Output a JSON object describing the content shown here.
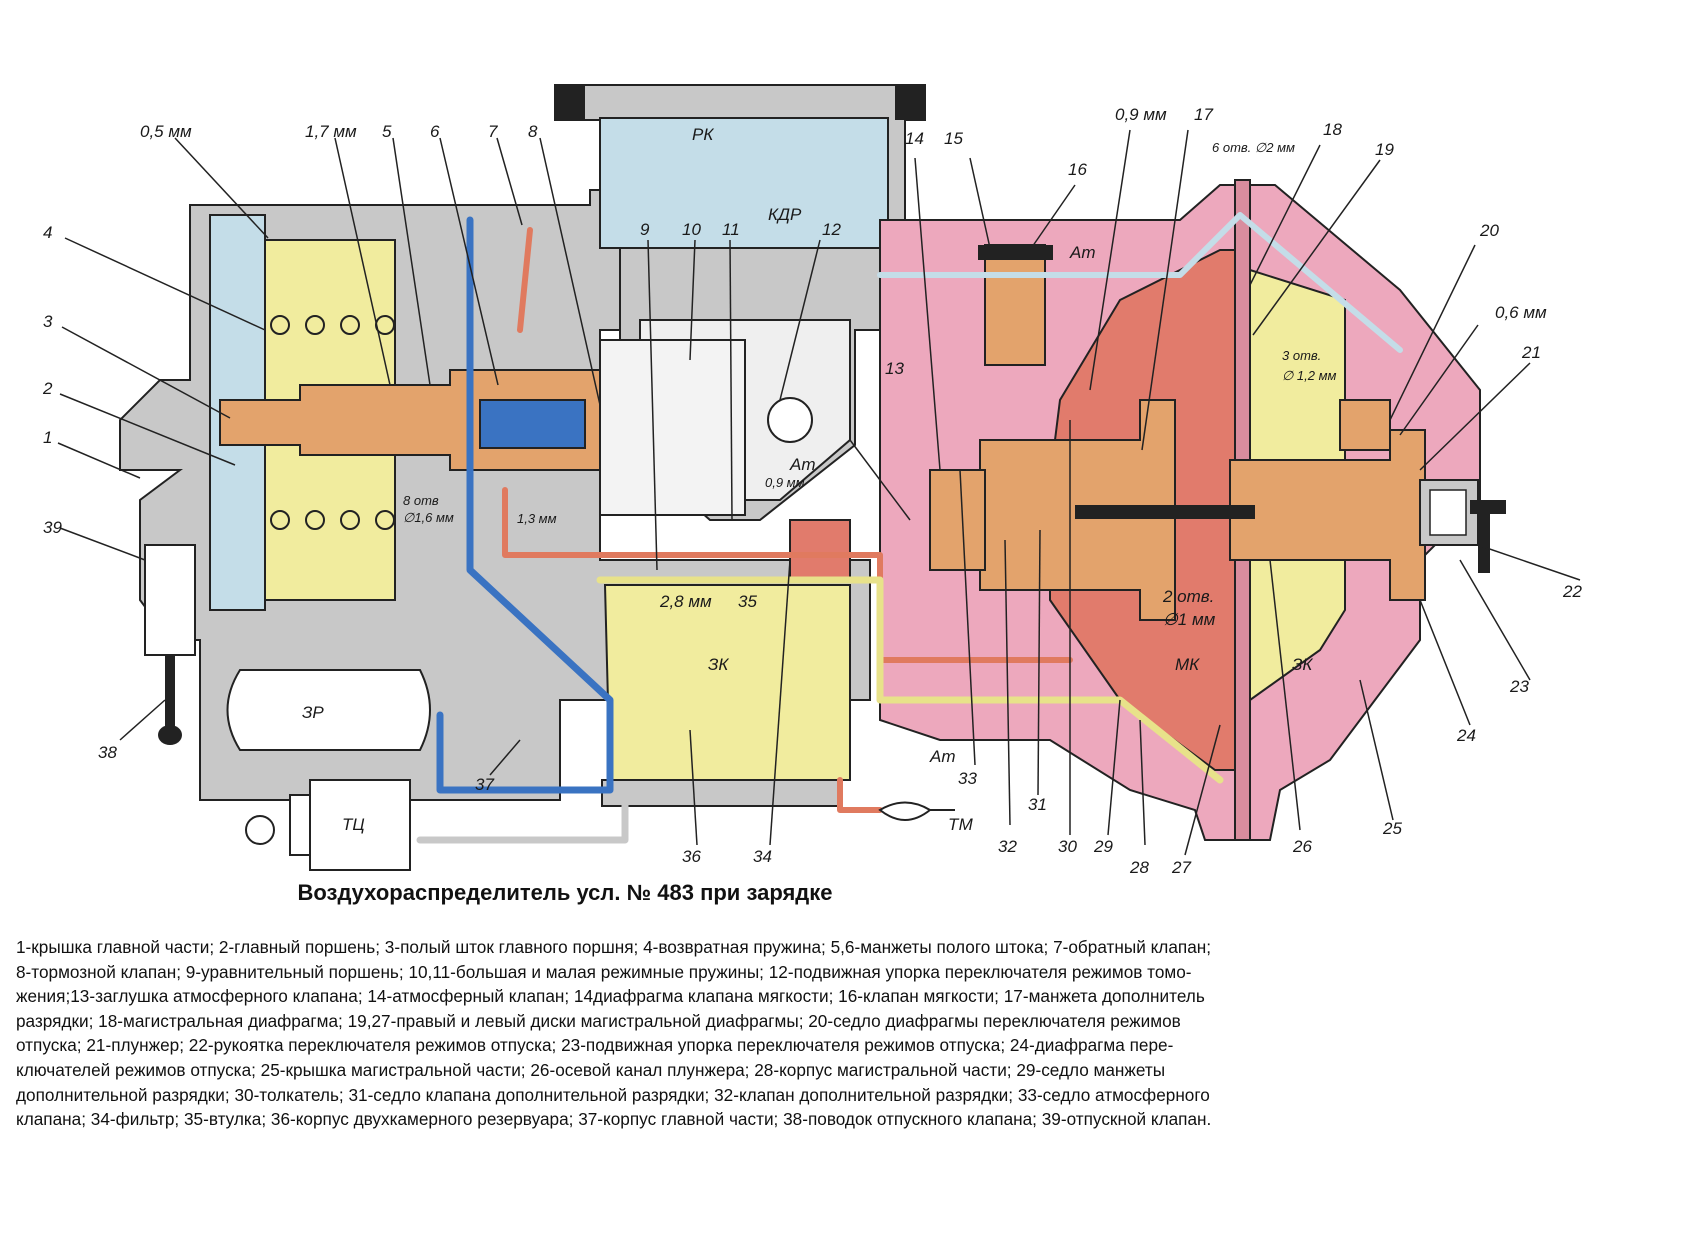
{
  "title": "Воздухораспределитель усл. № 483 при зарядке",
  "colors": {
    "main_body": "#c8c8c8",
    "chamber_yellow": "#f1ec9e",
    "chamber_blue": "#c4dde8",
    "magistral_pink": "#eda8bd",
    "diaphragm_red": "#e17b6c",
    "parts_orange": "#e3a36c",
    "pipe_blue": "#3a73c2",
    "pipe_red": "#e07a5f"
  },
  "chamber_labels": {
    "rk": "РК",
    "kdr": "КДР",
    "zk_left": "ЗК",
    "zr": "ЗР",
    "tc": "ТЦ",
    "tm": "ТМ",
    "mk": "МК",
    "zk_right": "ЗК",
    "at_top": "Ат",
    "at_middle": "Ат",
    "at_bottom": "Ат"
  },
  "dimensions": {
    "d_05": "0,5 мм",
    "d_17": "1,7 мм",
    "d_09_top": "0,9 мм",
    "holes_6": "6 отв. ∅2 мм",
    "d_06": "0,6 мм",
    "holes_3a": "3 отв.",
    "holes_3b": "∅ 1,2 мм",
    "holes_8a": "8 отв",
    "holes_8b": "∅1,6 мм",
    "d_13": "1,3 мм",
    "d_09_mid": "0,9 мм",
    "d_28": "2,8 мм",
    "holes_2a": "2 отв.",
    "holes_2b": "∅1 мм"
  },
  "part_numbers": {
    "p1": "1",
    "p2": "2",
    "p3": "3",
    "p4": "4",
    "p5": "5",
    "p6": "6",
    "p7": "7",
    "p8": "8",
    "p9": "9",
    "p10": "10",
    "p11": "11",
    "p12": "12",
    "p13": "13",
    "p14": "14",
    "p15": "15",
    "p16": "16",
    "p17": "17",
    "p18": "18",
    "p19": "19",
    "p20": "20",
    "p21": "21",
    "p22": "22",
    "p23": "23",
    "p24": "24",
    "p25": "25",
    "p26": "26",
    "p27": "27",
    "p28": "28",
    "p29": "29",
    "p30": "30",
    "p31": "31",
    "p32": "32",
    "p33": "33",
    "p34": "34",
    "p35": "35",
    "p36": "36",
    "p37": "37",
    "p38": "38",
    "p39": "39"
  },
  "legend_lines": [
    "1-крышка главной части; 2-главный поршень; 3-полый шток главного поршня; 4-возвратная пружина; 5,6-манжеты полого штока; 7-обратный клапан;",
    "8-тормозной клапан; 9-уравнительный поршень; 10,11-большая и малая режимные пружины; 12-подвижная упорка переключателя режимов томо-",
    "жения;13-заглушка атмосферного клапана; 14-атмосферный клапан; 14диафрагма клапана мягкости; 16-клапан мягкости; 17-манжета дополнитель",
    "разрядки; 18-магистральная диафрагма; 19,27-правый и левый диски магистральной диафрагмы; 20-седло диафрагмы переключателя режимов",
    "отпуска; 21-плунжер; 22-рукоятка переключателя режимов отпуска; 23-подвижная упорка переключателя режимов отпуска; 24-диафрагма пере-",
    "ключателей режимов отпуска; 25-крышка магистральной части; 26-осевой канал плунжера; 28-корпус магистральной части; 29-седло манжеты",
    "дополнительной разрядки; 30-толкатель; 31-седло клапана дополнительной разрядки; 32-клапан дополнительной разрядки; 33-седло атмосферного",
    "клапана; 34-фильтр; 35-втулка; 36-корпус двухкамерного резервуара; 37-корпус главной части; 38-поводок отпускного клапана; 39-отпускной клапан."
  ]
}
